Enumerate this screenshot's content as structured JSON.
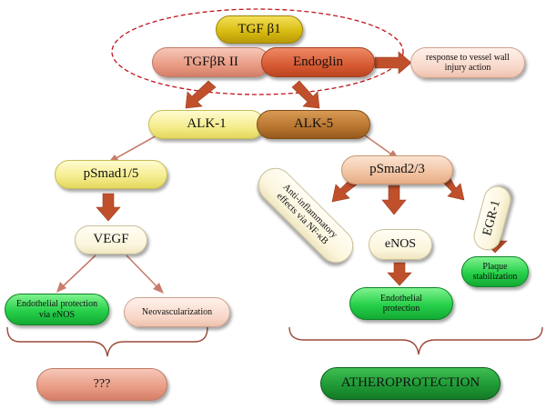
{
  "nodes": {
    "tgfb1": "TGF β1",
    "tgfbr2": "TGFβR II",
    "endoglin": "Endoglin",
    "response": "response to vessel wall injury action",
    "alk1": "ALK-1",
    "alk5": "ALK-5",
    "psmad15": "pSmad1/5",
    "psmad23": "pSmad2/3",
    "vegf": "VEGF",
    "anti_inflammatory": "Anti-inflammatory effects via NF-κB",
    "enos": "eNOS",
    "egr1": "EGR-1",
    "plaque": "Plaque stabilization",
    "endo_protection_left": "Endothelial protection via eNOS",
    "neovascularization": "Neovascularization",
    "endo_protection_right": "Endothelial protection",
    "unknown": "???",
    "atheroprotection": "ATHEROPROTECTION"
  },
  "colors": {
    "block_arrow": "#c0502c",
    "thin_line": "#c87d6c",
    "brace": "#9c4a38",
    "dashed_ellipse": "#c0141c"
  }
}
